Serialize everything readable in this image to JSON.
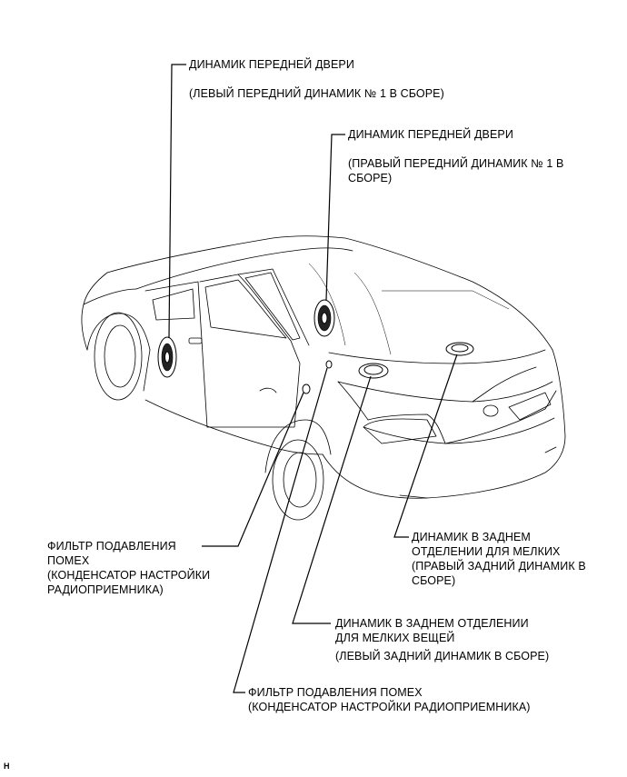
{
  "labels": {
    "front_door_left": {
      "title": "ДИНАМИК ПЕРЕДНЕЙ ДВЕРИ",
      "detail": "(ЛЕВЫЙ ПЕРЕДНИЙ ДИНАМИК № 1 В СБОРЕ)"
    },
    "front_door_right": {
      "title": "ДИНАМИК ПЕРЕДНЕЙ ДВЕРИ",
      "detail_line1": "(ПРАВЫЙ ПЕРЕДНИЙ ДИНАМИК № 1 В",
      "detail_line2": "СБОРЕ)"
    },
    "noise_filter_left": {
      "line1": "ФИЛЬТР ПОДАВЛЕНИЯ",
      "line2": "ПОМЕХ",
      "line3": "(КОНДЕНСАТОР НАСТРОЙКИ",
      "line4": "РАДИОПРИЕМНИКА)"
    },
    "rear_right": {
      "line1": "ДИНАМИК В ЗАДНЕМ",
      "line2": "ОТДЕЛЕНИИ ДЛЯ МЕЛКИХ",
      "line3": "(ПРАВЫЙ ЗАДНИЙ ДИНАМИК В",
      "line4": "СБОРЕ)"
    },
    "rear_left": {
      "line1": "ДИНАМИК В ЗАДНЕМ ОТДЕЛЕНИИ",
      "line2": "ДЛЯ МЕЛКИХ ВЕЩЕЙ",
      "line3": "(ЛЕВЫЙ ЗАДНИЙ ДИНАМИК В СБОРЕ)"
    },
    "noise_filter_bottom": {
      "line1": "ФИЛЬТР ПОДАВЛЕНИЯ ПОМЕХ",
      "line2": "(КОНДЕНСАТОР НАСТРОЙКИ РАДИОПРИЕМНИКА)"
    }
  },
  "figure_code": "H"
}
